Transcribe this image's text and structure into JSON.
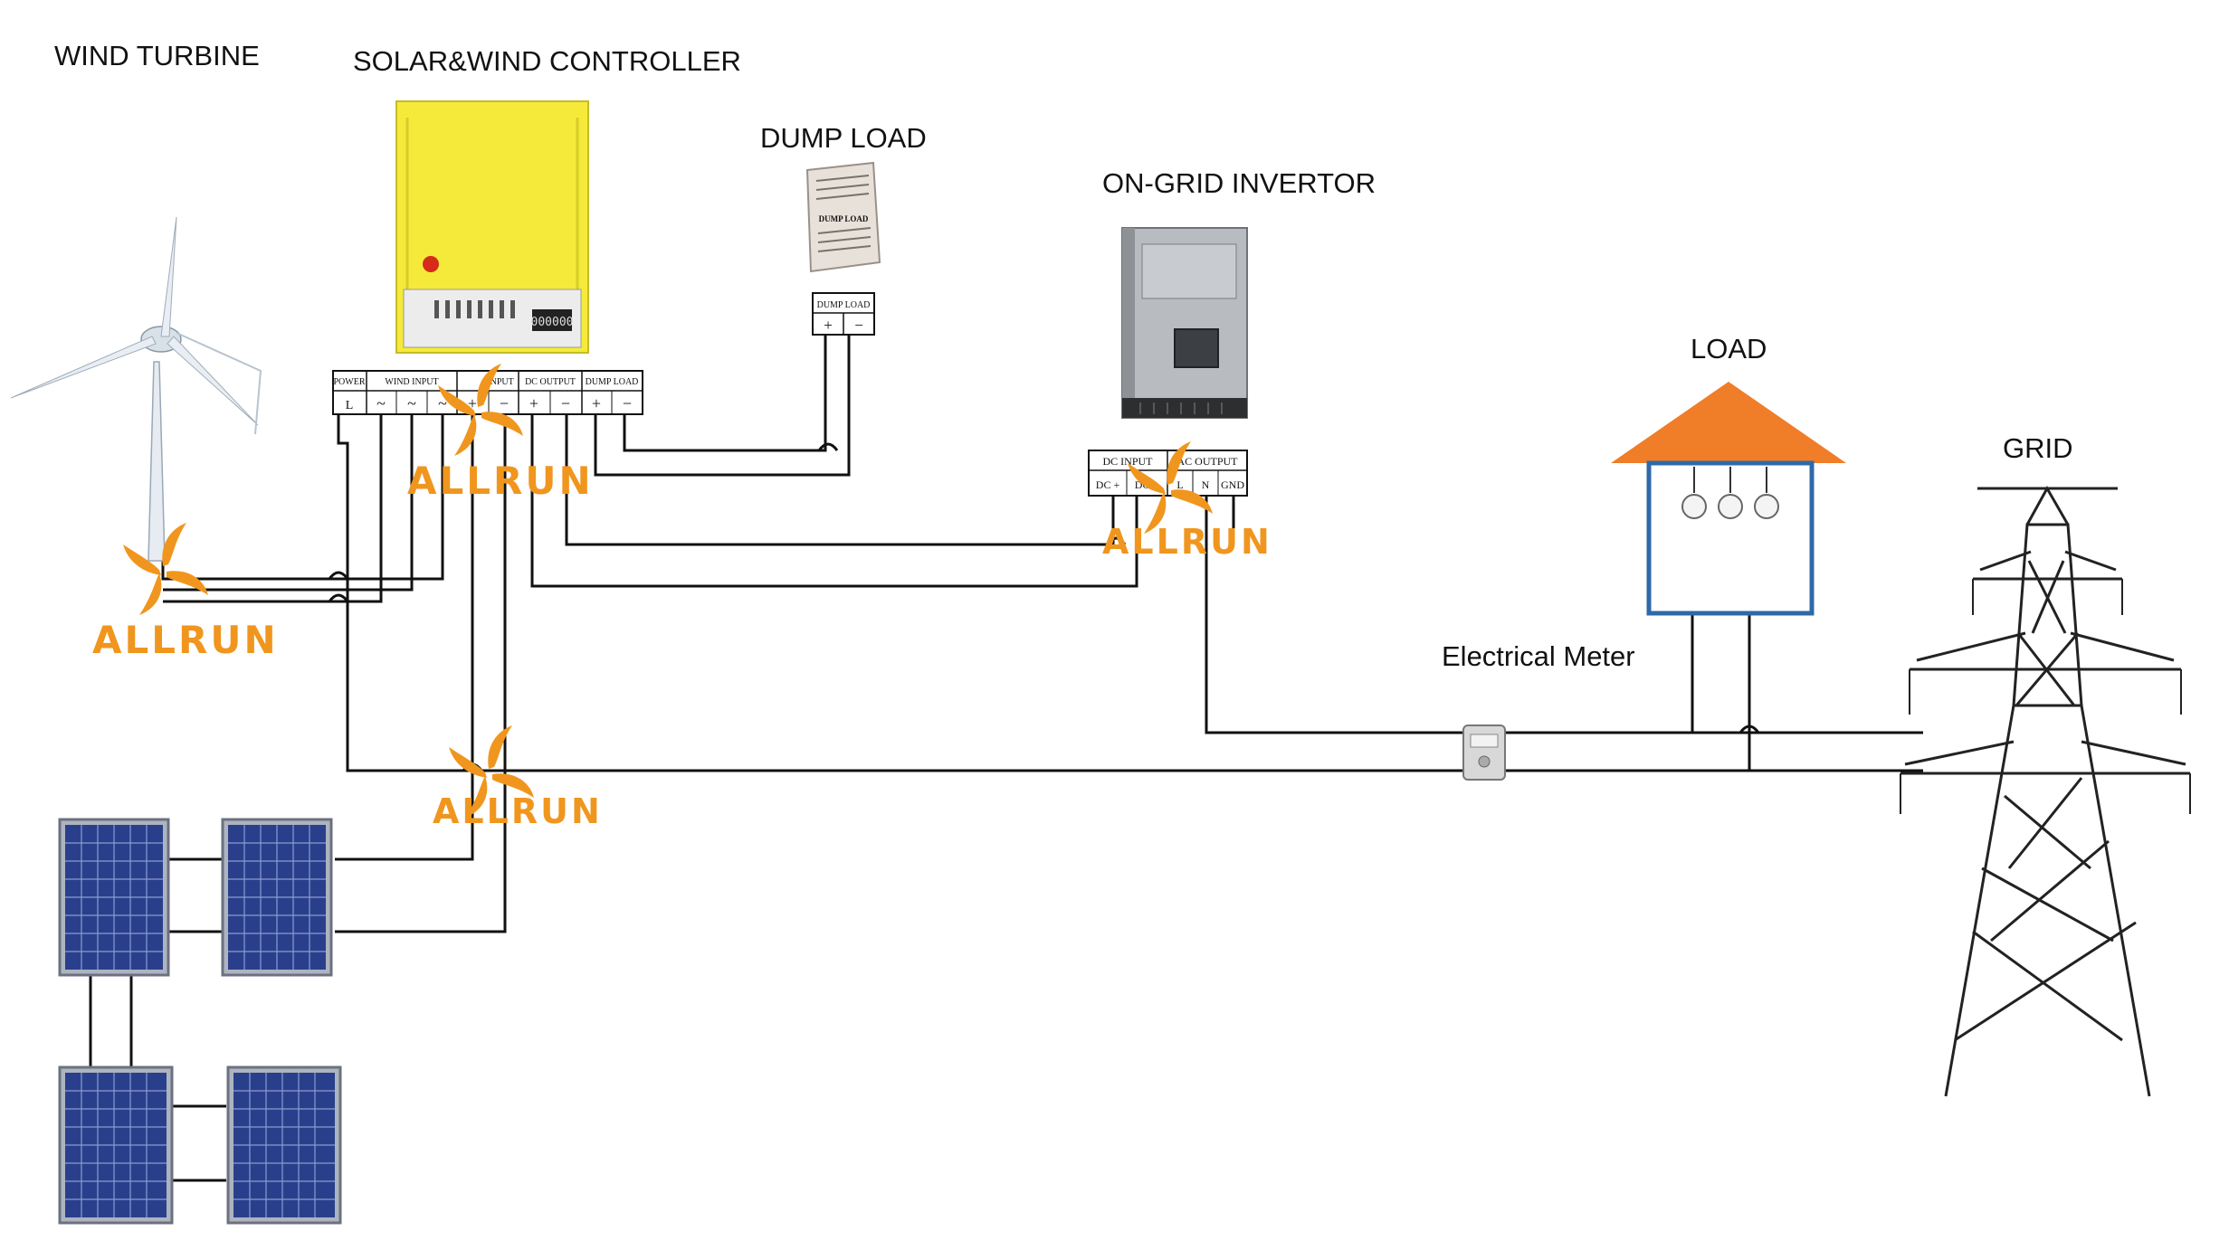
{
  "labels": {
    "wind_turbine": "WIND TURBINE",
    "controller": "SOLAR&WIND CONTROLLER",
    "dump_load": "DUMP LOAD",
    "inverter": "ON-GRID INVERTOR",
    "load": "LOAD",
    "grid": "GRID",
    "meter": "Electrical Meter"
  },
  "controller_terminals": {
    "groups": [
      "POWER",
      "WIND INPUT",
      "INPUT",
      "DC OUTPUT",
      "DUMP LOAD"
    ],
    "slots": [
      "L",
      "~",
      "~",
      "~",
      "+",
      "−",
      "+",
      "−",
      "+",
      "−"
    ]
  },
  "dump_load_device": {
    "face_label": "DUMP LOAD",
    "terminal_header": "DUMP LOAD",
    "terminals": [
      "+",
      "−"
    ]
  },
  "inverter_terminals": {
    "groups": [
      "DC INPUT",
      "AC OUTPUT"
    ],
    "slots": [
      "DC +",
      "DC −",
      "L",
      "N",
      "GND"
    ]
  },
  "controller_face": {
    "display": "000000"
  },
  "watermark": {
    "text": "ALLRUN",
    "count": 4
  },
  "colors": {
    "controller": "#f5ea3a",
    "roof": "#f07d28",
    "house_wall": "#2e6aa8",
    "brand": "#f0961e",
    "solar_panel": "#2a3f8c",
    "wire": "#111111"
  }
}
